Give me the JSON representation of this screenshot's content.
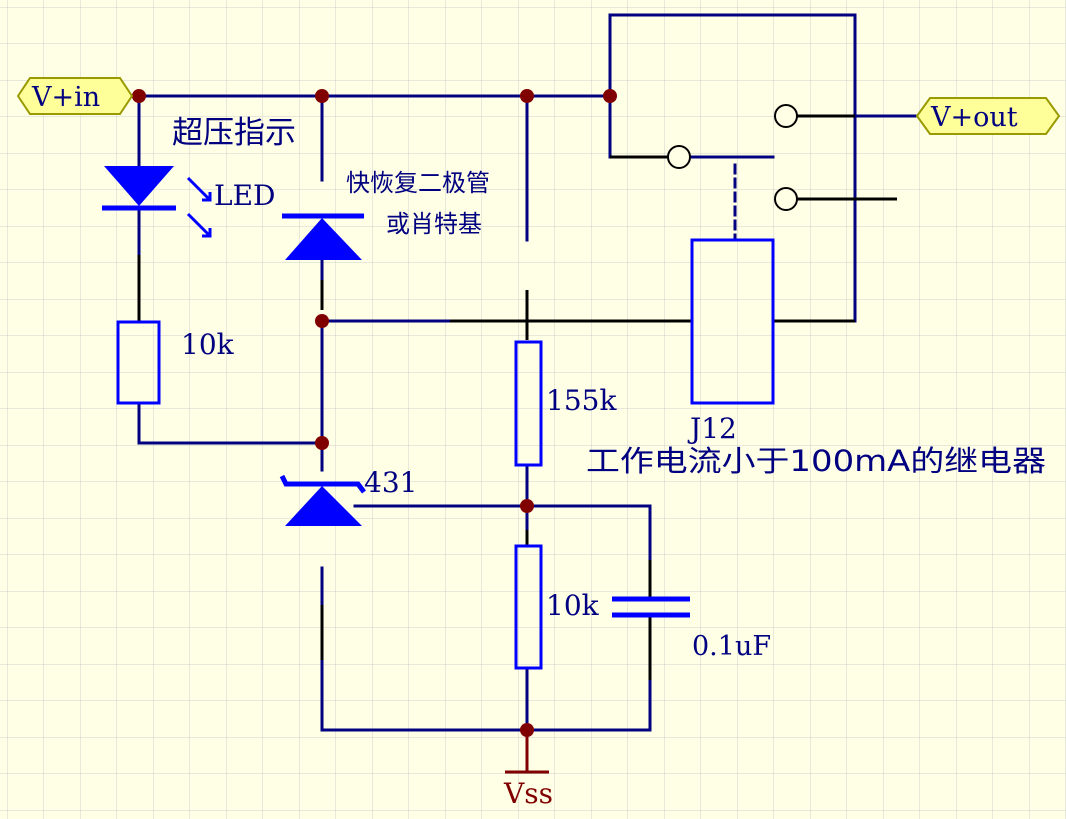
{
  "colors": {
    "background": "#ffffe6",
    "grid": "#cfcfcf",
    "wire_blue": "#000080",
    "wire_black": "#000000",
    "component": "#0000ff",
    "junction": "#800000",
    "port_fill": "#ffff99",
    "port_stroke": "#999900",
    "ground": "#800000"
  },
  "ports": {
    "input": "V+in",
    "output": "V+out"
  },
  "labels": {
    "led_indicator": "超压指示",
    "led": "LED",
    "diode_line1": "快恢复二极管",
    "diode_line2": "或肖特基",
    "r_led": "10k",
    "r_top": "155k",
    "r_bottom": "10k",
    "capacitor": "0.1uF",
    "regulator": "431",
    "relay_ref": "J12",
    "relay_note": "工作电流小于100mA的继电器",
    "ground": "Vss"
  }
}
